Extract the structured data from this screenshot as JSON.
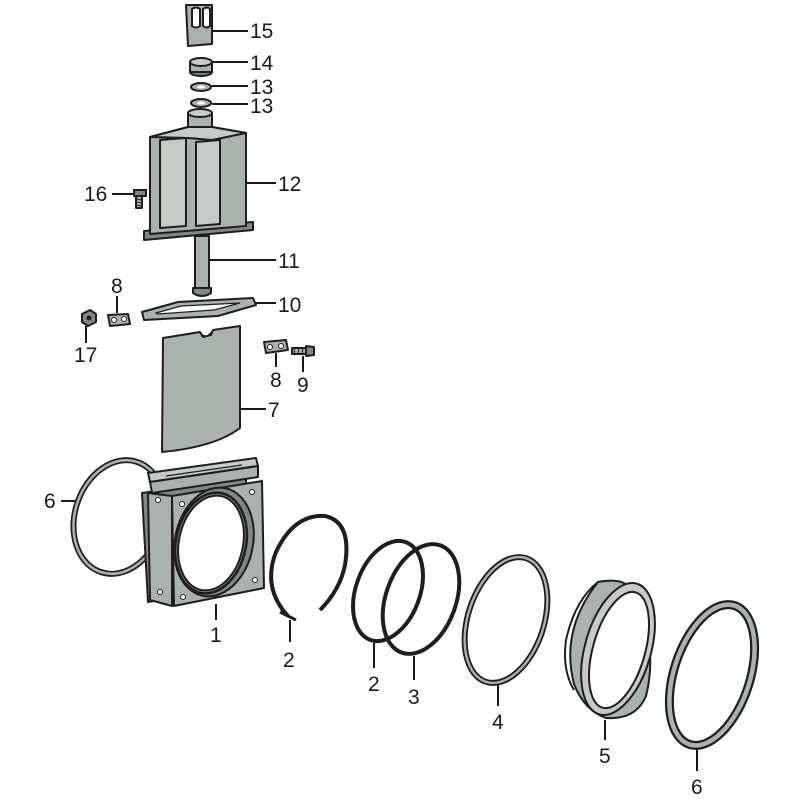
{
  "colors": {
    "body": "#a9b3ad",
    "body_light": "#c5ccc7",
    "body_dark": "#7d8a83",
    "outline": "#1e1e1e",
    "background": "#ffffff"
  },
  "labels": {
    "p15": "15",
    "p14": "14",
    "p13a": "13",
    "p13b": "13",
    "p12": "12",
    "p16": "16",
    "p11": "11",
    "p10": "10",
    "p8a": "8",
    "p17": "17",
    "p8b": "8",
    "p9": "9",
    "p7": "7",
    "p6a": "6",
    "p1": "1",
    "p2a": "2",
    "p2b": "2",
    "p3": "3",
    "p4": "4",
    "p5": "5",
    "p6b": "6"
  }
}
